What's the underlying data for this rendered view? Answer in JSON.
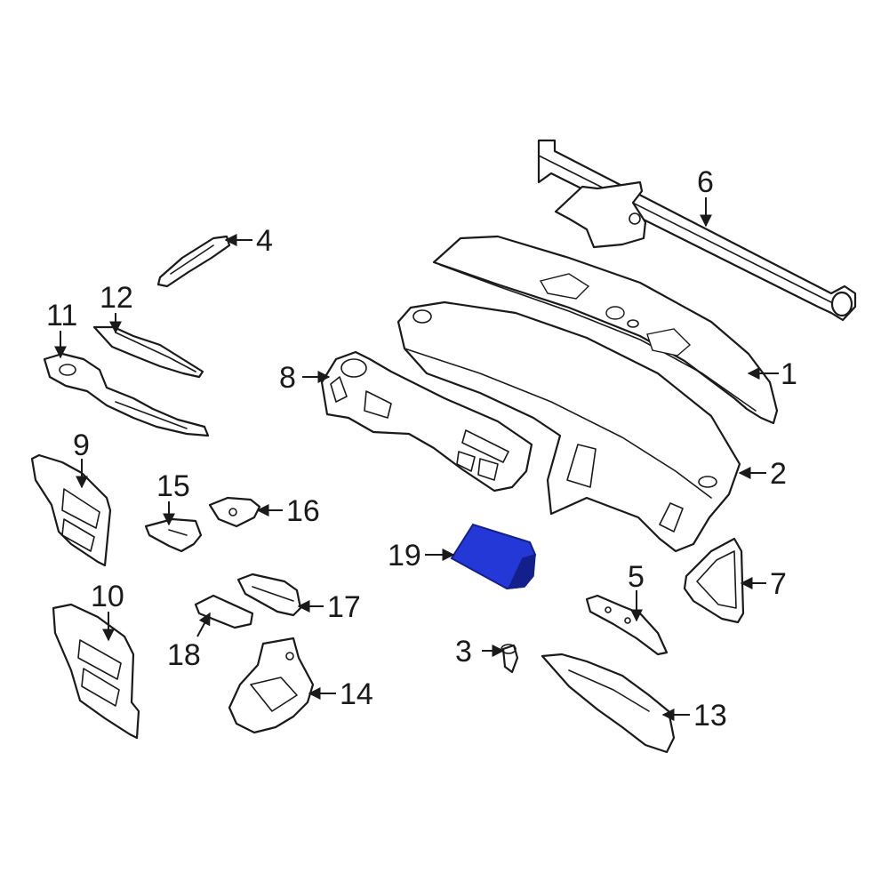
{
  "callouts": {
    "c1": "1",
    "c2": "2",
    "c3": "3",
    "c4": "4",
    "c5": "5",
    "c6": "6",
    "c7": "7",
    "c8": "8",
    "c9": "9",
    "c10": "10",
    "c11": "11",
    "c12": "12",
    "c13": "13",
    "c14": "14",
    "c15": "15",
    "c16": "16",
    "c17": "17",
    "c18": "18",
    "c19": "19"
  },
  "colors": {
    "highlight": "#2338d6",
    "highlight_dark": "#13208c",
    "line": "#1a1a1a",
    "background": "#ffffff"
  },
  "highlighted_part": "19"
}
